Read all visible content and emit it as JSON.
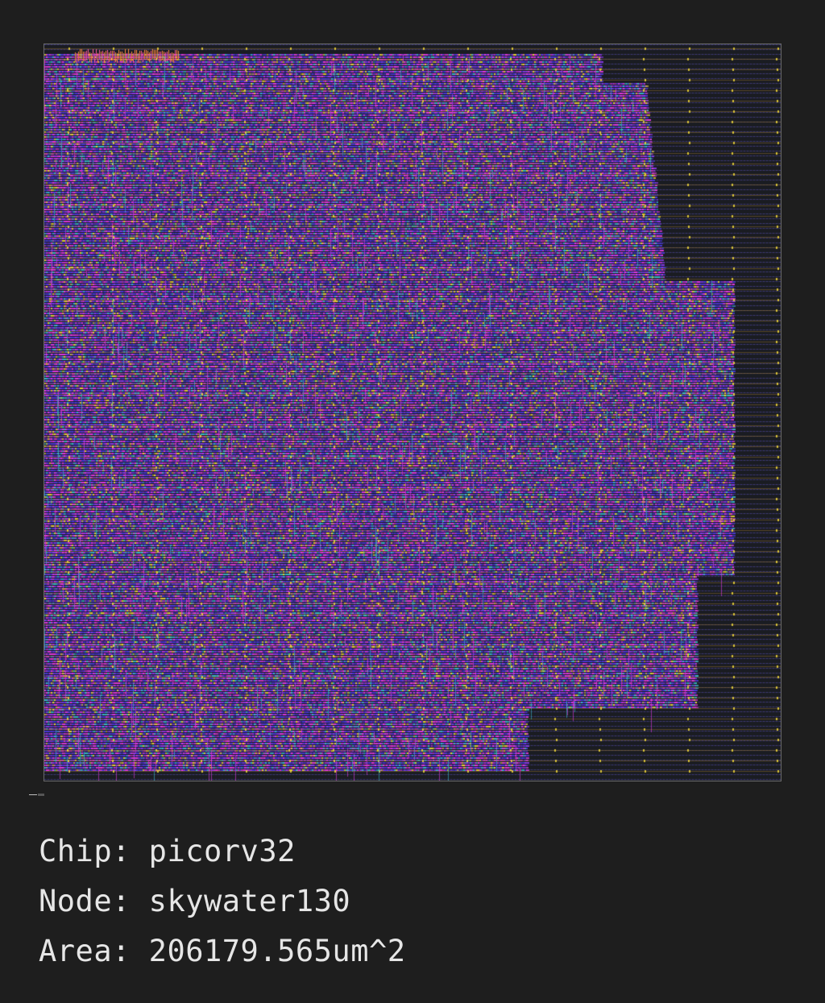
{
  "layout_view": {
    "colors": {
      "background": "#1e1e1e",
      "frame_border": "#6a6a6a",
      "power_rail": "#8a6a2a",
      "metal_blue": "#4a38d6",
      "metal_magenta": "#e03ae0",
      "metal_purple": "#8a3ae8",
      "metal_cyan": "#3ab8c8",
      "via_yellow": "#e8d03a",
      "pin_orange": "#ff8a3a"
    }
  },
  "info": {
    "chip_label": "Chip:",
    "chip_value": "picorv32",
    "node_label": "Node:",
    "node_value": "skywater130",
    "area_label": "Area:",
    "area_value": "206179.565um^2"
  }
}
